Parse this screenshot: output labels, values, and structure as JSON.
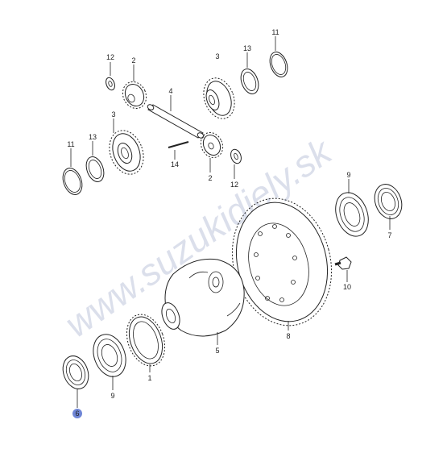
{
  "watermark": "www.suzukidiely.sk",
  "highlight_color": "#6f86d6",
  "callouts": {
    "c12a": "12",
    "c2a": "2",
    "c3a": "3",
    "c13a": "13",
    "c11a": "11",
    "c4": "4",
    "c3b": "3",
    "c13b": "13",
    "c11b": "11",
    "c14": "14",
    "c2b": "2",
    "c12b": "12",
    "c9a": "9",
    "c7": "7",
    "c10": "10",
    "c8": "8",
    "c5": "5",
    "c1": "1",
    "c9b": "9",
    "c6": "6"
  }
}
